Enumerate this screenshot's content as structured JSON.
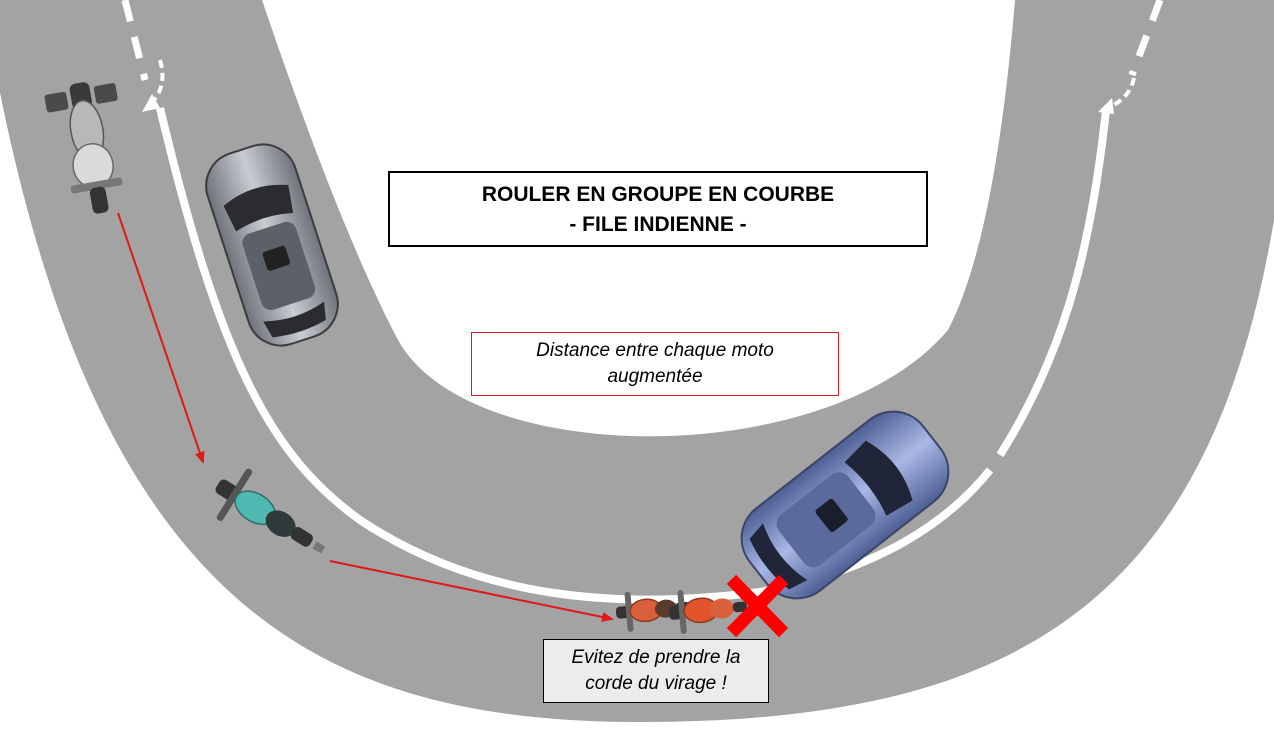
{
  "title": {
    "line1": "ROULER EN GROUPE EN COURBE",
    "line2": "- FILE INDIENNE -"
  },
  "distance_note": {
    "line1": "Distance entre chaque  moto",
    "line2": "augmentée"
  },
  "tip_note": {
    "line1": "Evitez de prendre la",
    "line2": "corde du virage !"
  },
  "colors": {
    "road": "#a3a3a3",
    "marking": "#ffffff",
    "arrow": "#e01818",
    "cross": "#ff0000",
    "car_silver": "#9a9ea6",
    "car_blue": "#7c8fc6",
    "moto_silver": "#c8c8c8",
    "moto_teal": "#4fb8b0",
    "moto_orange": "#d9603a"
  },
  "icons": [
    "motorcycle-icon",
    "car-icon",
    "cross-icon",
    "direction-arrow-icon"
  ]
}
